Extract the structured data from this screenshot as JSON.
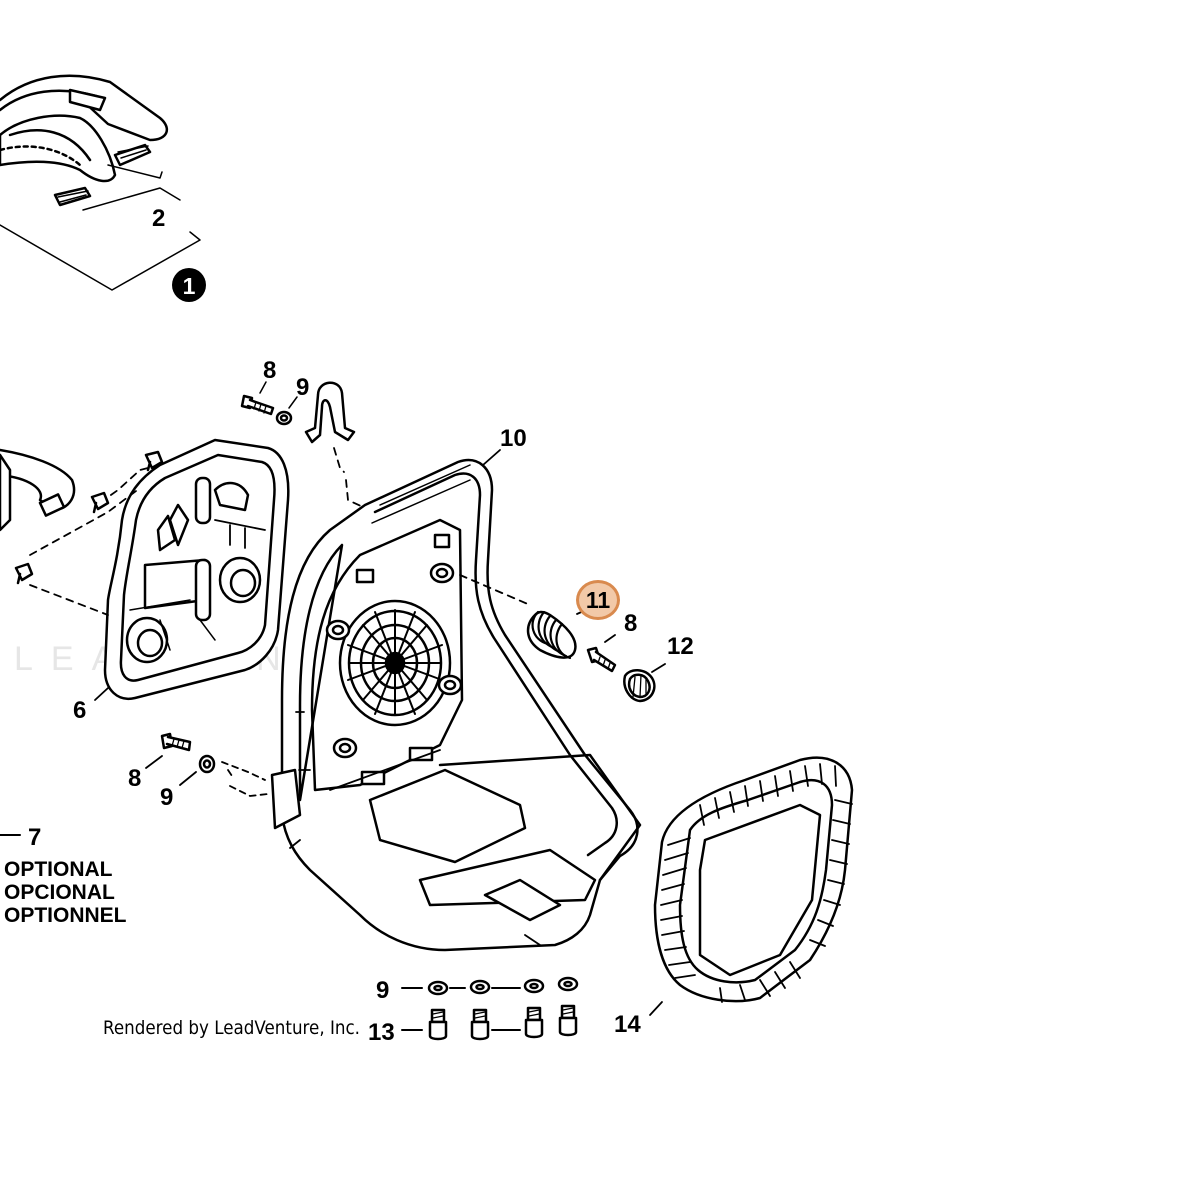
{
  "watermark": "LEADVENTURE",
  "callouts": {
    "c1": "1",
    "c2": "2",
    "c6": "6",
    "c7": "7",
    "c8a": "8",
    "c9a": "9",
    "c10": "10",
    "c8b": "8",
    "c12": "12",
    "c8c": "8",
    "c9b": "9",
    "c9c": "9",
    "c13": "13",
    "c14": "14"
  },
  "highlighted_callout": "11",
  "optional_lines": [
    "OPTIONAL",
    "OPCIONAL",
    "OPTIONNEL"
  ],
  "credit": "Rendered by LeadVenture, Inc.",
  "colors": {
    "highlight_fill": "#f2c9a8",
    "highlight_border": "#d98a4e",
    "line": "#000000"
  }
}
